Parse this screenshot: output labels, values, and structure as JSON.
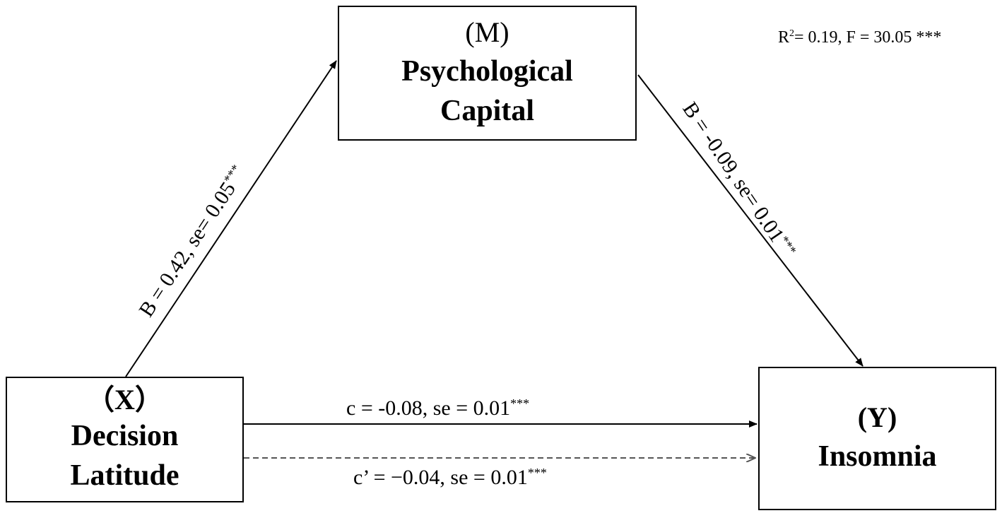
{
  "diagram": {
    "stats_label": {
      "prefix": "R",
      "superscript": "2",
      "suffix": "= 0.19, F = 30.05 ***"
    },
    "nodes": {
      "m": {
        "tag": "(M)",
        "name_line1": "Psychological",
        "name_line2": "Capital"
      },
      "x": {
        "tag": "（X）",
        "name_line1": "Decision",
        "name_line2": "Latitude"
      },
      "y": {
        "tag": "(Y)",
        "name_line1": "Insomnia"
      }
    },
    "paths": {
      "a": {
        "text": "B =  0.42, se= 0.05",
        "stars": "***"
      },
      "b": {
        "text": "B = -0.09, se= 0.01",
        "stars": "***"
      },
      "c": {
        "text": "c = -0.08, se = 0.01",
        "stars": "***"
      },
      "c_prime": {
        "text": "c’ = −0.04, se =  0.01",
        "stars": "***"
      }
    },
    "colors": {
      "line": "#000000",
      "dashed_line": "#555555",
      "background": "#ffffff"
    }
  }
}
